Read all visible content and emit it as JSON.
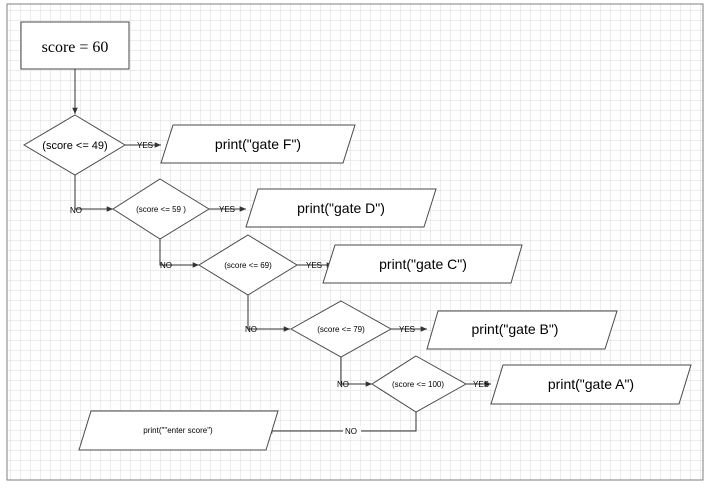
{
  "start": {
    "text": "score = 60"
  },
  "decisions": [
    {
      "condition": "(score <= 49)",
      "yes_label": "YES",
      "no_label": "NO",
      "output": "print(\"gate F\")"
    },
    {
      "condition": "(score <= 59 )",
      "yes_label": "YES",
      "no_label": "NO",
      "output": "print(\"gate D\")"
    },
    {
      "condition": "(score <= 69)",
      "yes_label": "YES",
      "no_label": "NO",
      "output": "print(\"gate C\")"
    },
    {
      "condition": "(score <= 79)",
      "yes_label": "YES",
      "no_label": "NO",
      "output": "print(\"gate B\")"
    },
    {
      "condition": "(score <= 100)",
      "yes_label": "YES",
      "no_label": "NO",
      "output": "print(\"gate A\")"
    }
  ],
  "fallback": {
    "text": "print(\"\"enter score\")"
  },
  "colors": {
    "grid": "#d9d9d9",
    "frame": "#7f7f7f",
    "stroke": "#4a4a4a"
  }
}
